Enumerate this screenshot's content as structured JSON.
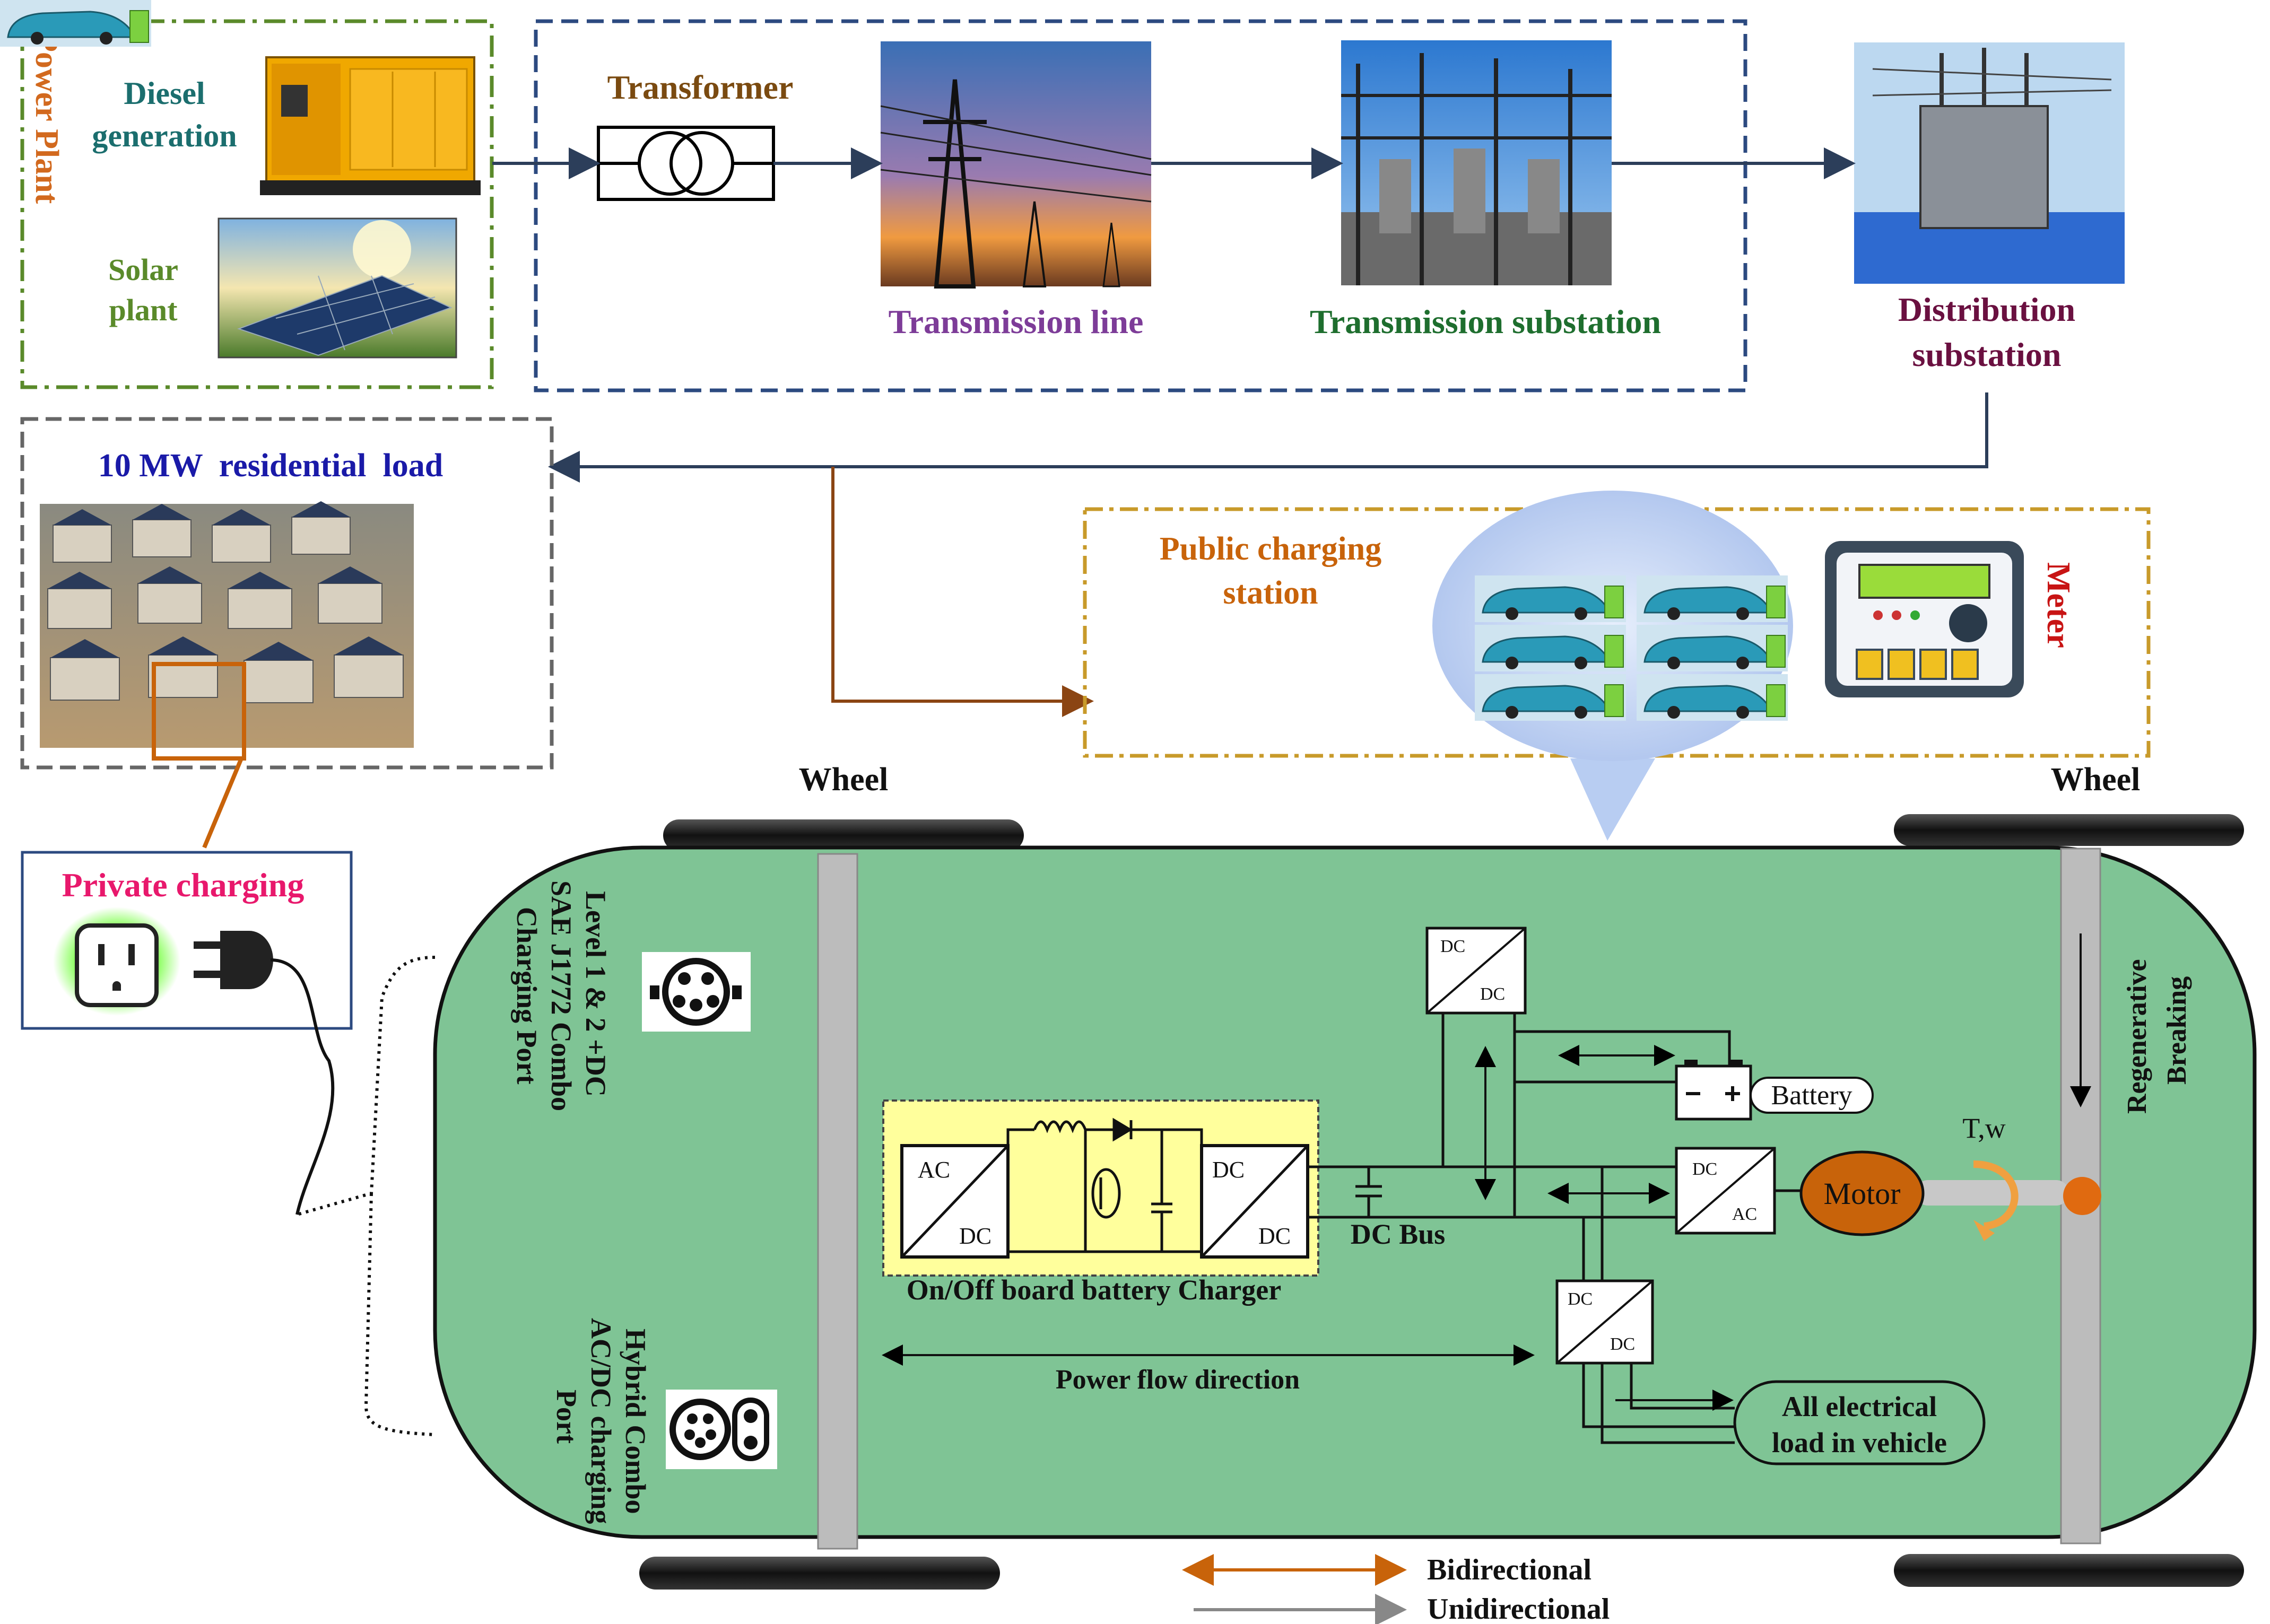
{
  "power_plant": {
    "title": "Power  Plant",
    "diesel_line1": "Diesel",
    "diesel_line2": "generation",
    "solar_line1": "Solar",
    "solar_line2": "plant"
  },
  "transmission": {
    "transformer": "Transformer",
    "line": "Transmission line",
    "substation": "Transmission substation"
  },
  "distribution": {
    "line1": "Distribution",
    "line2": "substation"
  },
  "residential": {
    "title": "10 MW  residential  load"
  },
  "public_station": {
    "line1": "Public charging",
    "line2": "station",
    "meter": "Meter"
  },
  "private_charging": {
    "title": "Private charging"
  },
  "vehicle": {
    "wheel_left": "Wheel",
    "wheel_right": "Wheel",
    "port1_line1": "Level 1 & 2 +DC",
    "port1_line2": "SAE J1772 Combo",
    "port1_line3": "Charging Port",
    "port2_line1": "Hybrid Combo",
    "port2_line2": "AC/DC charging",
    "port2_line3": "Port",
    "conv_ac": "AC",
    "conv_dc": "DC",
    "charger_label": "On/Off board battery Charger",
    "dc_bus": "DC Bus",
    "battery": "Battery",
    "motor": "Motor",
    "torque": "T,w",
    "regen_line1": "Regenerative",
    "regen_line2": "Breaking",
    "power_flow": "Power flow direction",
    "load_line1": "All electrical",
    "load_line2": "load in vehicle"
  },
  "legend": {
    "bidirectional": "Bidirectional",
    "unidirectional": "Unidirectional"
  },
  "colors": {
    "power_plant_border": "#5a8a2a",
    "power_plant_title": "#d2691e",
    "diesel_text": "#1b6e6e",
    "solar_text": "#5a8a2a",
    "transmission_border": "#2c4a80",
    "transformer_text": "#7a4a10",
    "transmission_line_text": "#7d3c98",
    "transmission_sub_text": "#1e6e2e",
    "distribution_text": "#6a1040",
    "residential_text": "#1a1aa8",
    "public_text": "#c8630a",
    "meter_text": "#c81414",
    "private_text": "#e8186c",
    "car_body": "#7fc495",
    "charger_bg": "#ffff9c",
    "motor": "#c8630a",
    "flow_line": "#2c3e5a",
    "brown_line": "#8b4513"
  }
}
